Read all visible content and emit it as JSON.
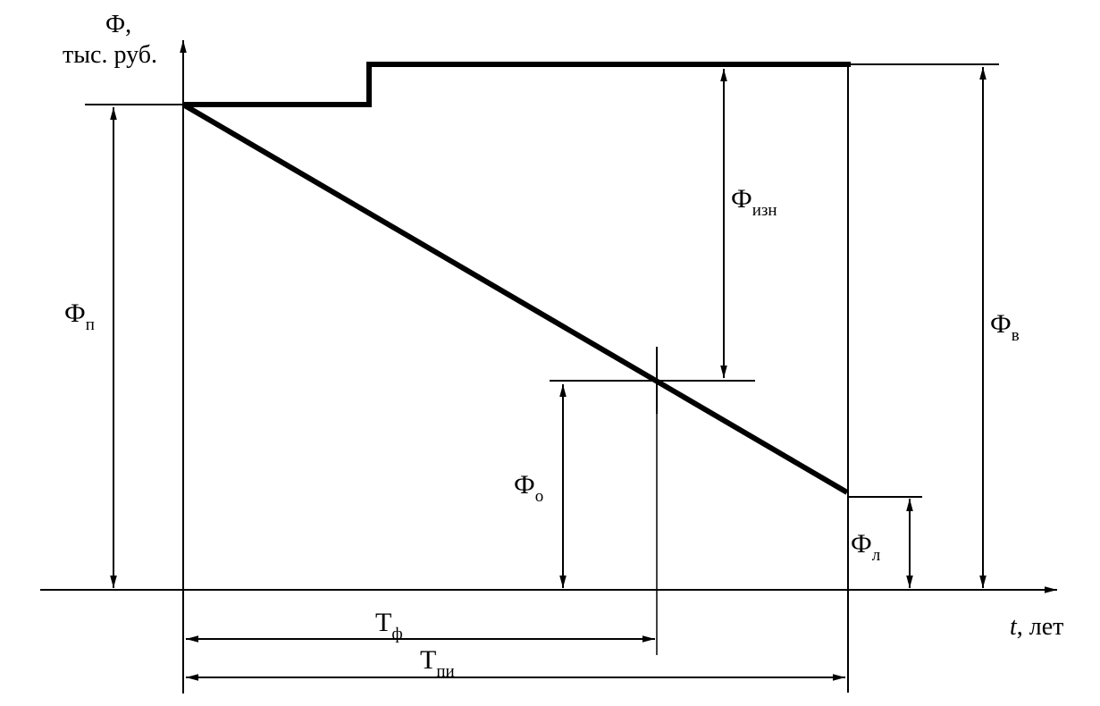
{
  "figure": {
    "y_axis_label_line1": "Ф,",
    "y_axis_label_line2": "тыс. руб.",
    "x_axis_label_var": "t",
    "x_axis_label_rest": ", лет",
    "labels": {
      "f_p": {
        "main": "Ф",
        "sub": "п"
      },
      "f_izn": {
        "main": "Ф",
        "sub": "изн"
      },
      "f_o": {
        "main": "Ф",
        "sub": "о"
      },
      "f_l": {
        "main": "Ф",
        "sub": "л"
      },
      "f_v": {
        "main": "Ф",
        "sub": "в"
      },
      "t_f": {
        "main": "Т",
        "sub": "ф"
      },
      "t_pi": {
        "main": "Т",
        "sub": "пи"
      }
    },
    "colors": {
      "ink": "#000000",
      "background": "#ffffff"
    }
  }
}
